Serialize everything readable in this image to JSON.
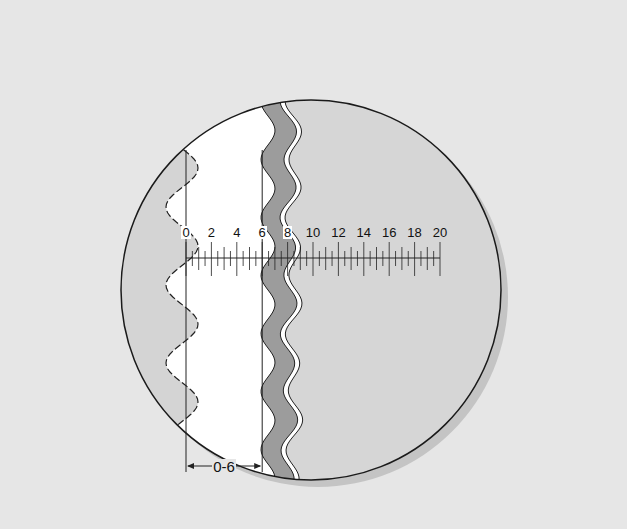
{
  "diagram": {
    "labels": [
      "0",
      "2",
      "4",
      "6",
      "8",
      "10",
      "12",
      "14",
      "16",
      "18",
      "20",
      "0-6"
    ]
  }
}
